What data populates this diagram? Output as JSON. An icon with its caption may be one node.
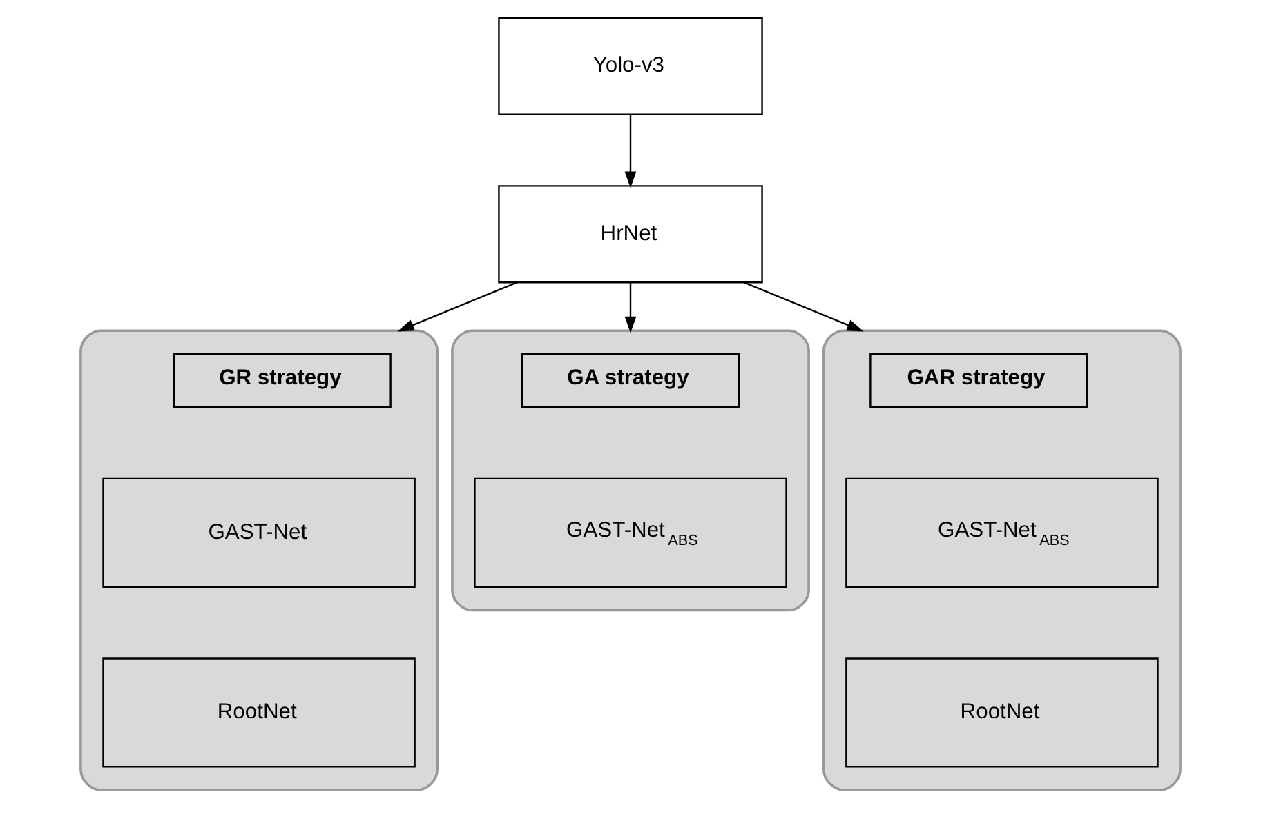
{
  "diagram": {
    "nodes": [
      {
        "text": [
          "Yolo-v3"
        ]
      },
      {
        "text": [
          "HrNet"
        ]
      },
      {
        "text": [],
        "shape": "box"
      },
      {
        "text": [
          "GR strategy"
        ],
        "in": 2
      },
      {
        "text": [
          "GAST-Net"
        ],
        "in": 2
      },
      {
        "text": [
          "RootNet"
        ],
        "in": 2
      },
      {
        "text": [],
        "shape": "box"
      },
      {
        "text": [
          "GA strategy"
        ],
        "in": 6
      },
      {
        "text": [
          "GAST-Net$_{ABS}$"
        ],
        "in": 6
      },
      {
        "text": [],
        "shape": "box"
      },
      {
        "text": [
          "GAR strategy"
        ],
        "in": 9
      },
      {
        "text": [
          "GAST-Net$_{ABS}$"
        ],
        "in": 9
      },
      {
        "text": [
          "RootNet"
        ],
        "in": 9
      }
    ],
    "edges": [
      {
        "from": 0,
        "to": 1,
        "arrow": "to"
      },
      {
        "from": 1,
        "to": 2,
        "arrow": "to"
      },
      {
        "from": 1,
        "to": 6,
        "arrow": "to"
      },
      {
        "from": 1,
        "to": 9,
        "arrow": "to"
      }
    ]
  }
}
